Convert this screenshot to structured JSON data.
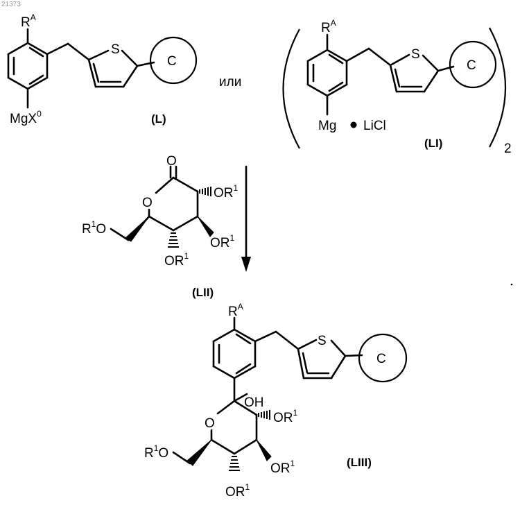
{
  "doc_id": "21373",
  "connector": "или",
  "arrow": "down",
  "L": {
    "ra": "R",
    "ra_sup": "A",
    "s": "S",
    "ring": "C",
    "mg": "MgX",
    "mg_sup": "0",
    "label": "(L)"
  },
  "LI": {
    "ra": "R",
    "ra_sup": "A",
    "s": "S",
    "ring": "C",
    "mg": "Mg",
    "licl": "LiCl",
    "label": "(LI)",
    "subscript": "2"
  },
  "LII": {
    "carbonyl_o": "O",
    "ring_o": "O",
    "or1_a": "OR",
    "or1_a_sup": "1",
    "or1_b": "OR",
    "or1_b_sup": "1",
    "or1_c": "OR",
    "or1_c_sup": "1",
    "r1o_a": "R",
    "r1o_a_sup": "1",
    "r1o_b": "O",
    "label": "(LII)"
  },
  "LIII": {
    "ra": "R",
    "ra_sup": "A",
    "s": "S",
    "ring": "C",
    "oh": "OH",
    "ring_o": "O",
    "or1_a": "OR",
    "or1_a_sup": "1",
    "or1_b": "OR",
    "or1_b_sup": "1",
    "or1_c": "OR",
    "or1_c_sup": "1",
    "r1o_a": "R",
    "r1o_a_sup": "1",
    "r1o_b": "O",
    "label": "(LIII)"
  }
}
